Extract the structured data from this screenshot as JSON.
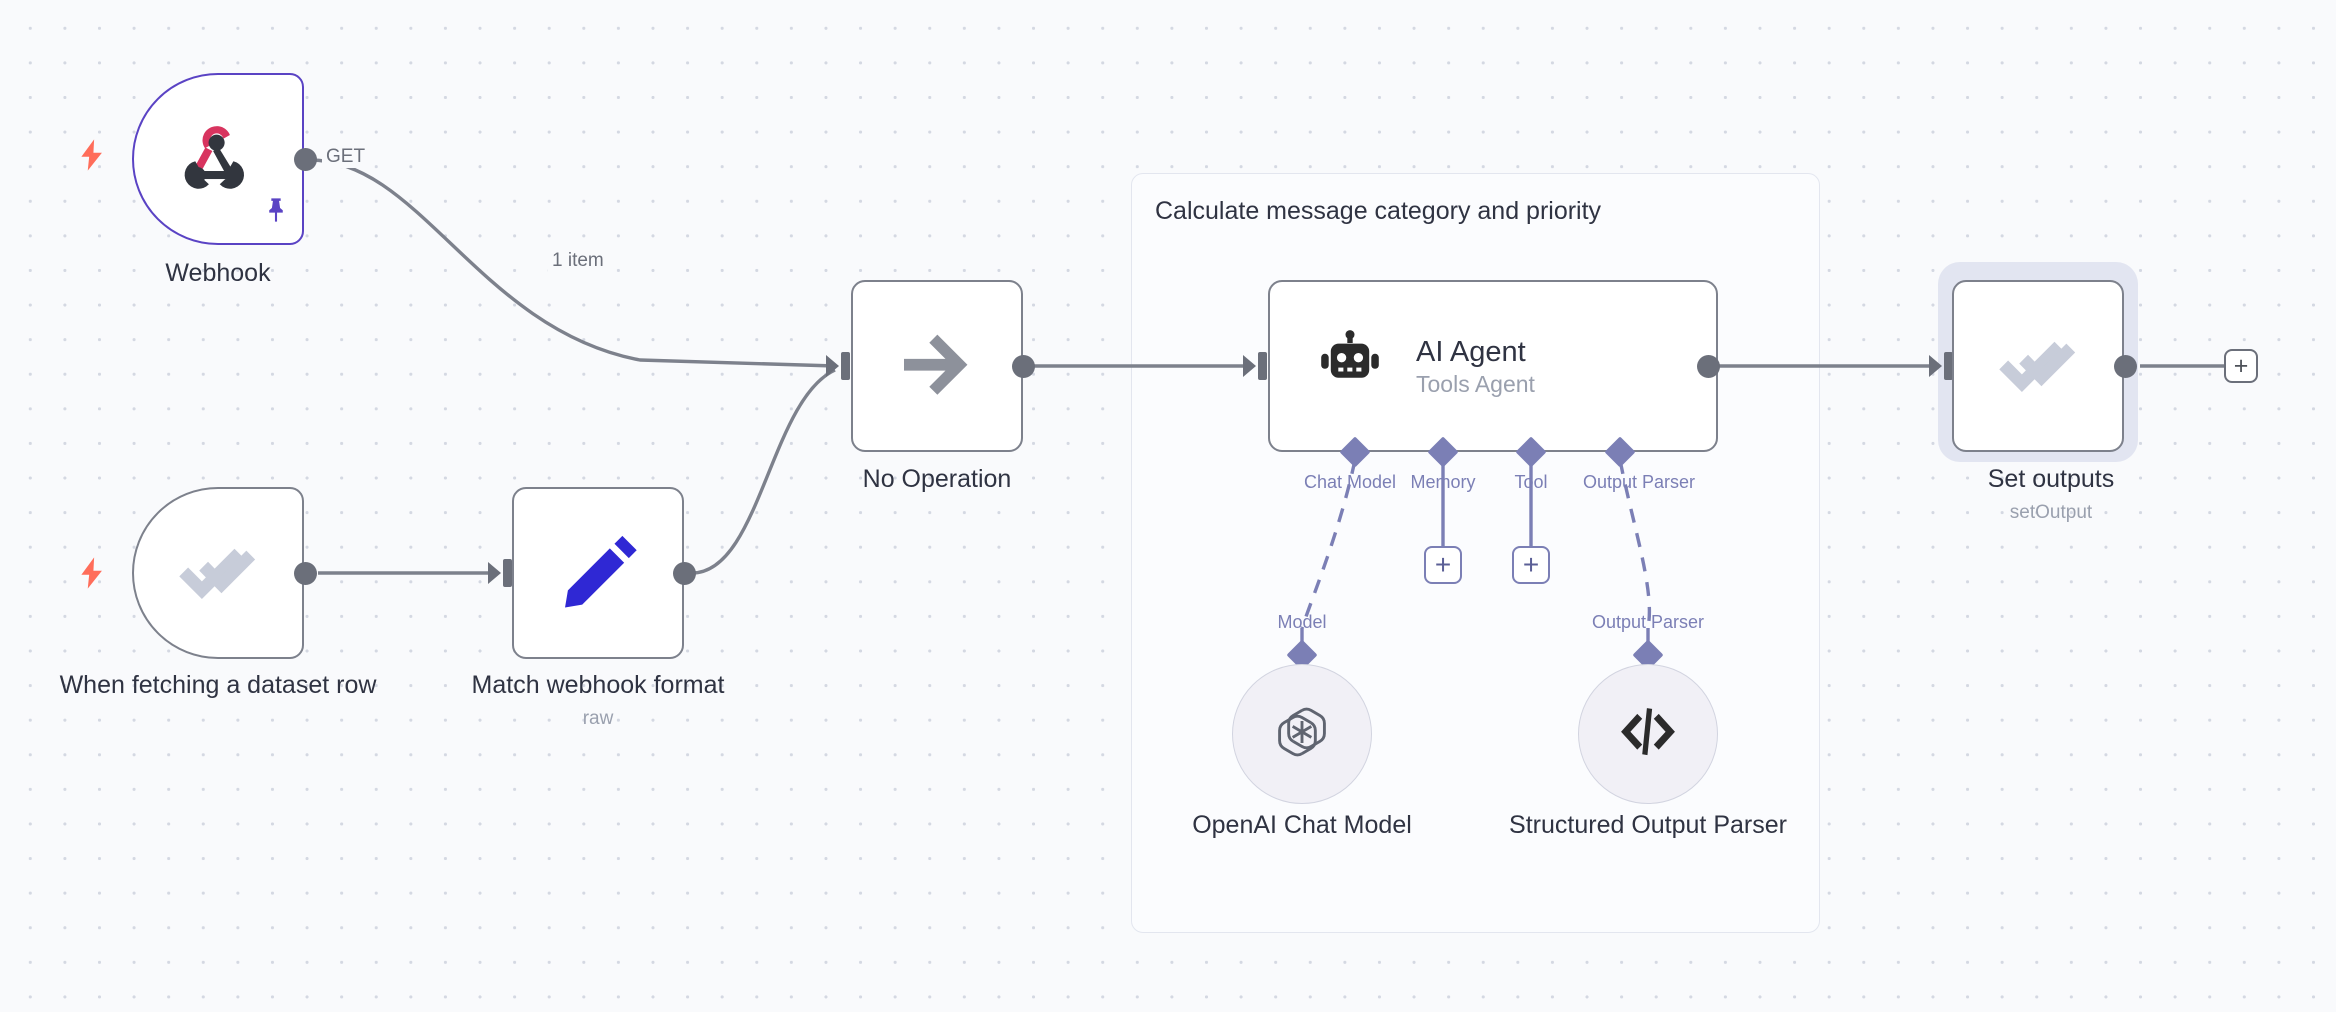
{
  "canvas": {
    "background_color": "#f9fafc",
    "grid_dot_color": "#d4d8e2"
  },
  "sticky_note": {
    "title": "Calculate message category and priority",
    "border_color": "#e3e6ef",
    "background_color": "#fbfcfe"
  },
  "nodes": [
    {
      "id": "webhook",
      "label": "Webhook",
      "sublabel": "",
      "icon": "webhook-icon",
      "type": "trigger",
      "border_color": "#5a43c4",
      "pinned": true,
      "has_trigger_bolt": true,
      "output_label": "GET"
    },
    {
      "id": "when-fetching-dataset-row",
      "label": "When fetching a dataset row",
      "sublabel": "",
      "icon": "double-check-icon",
      "type": "trigger",
      "border_color": "#7d818c",
      "pinned": false,
      "has_trigger_bolt": true,
      "output_label": ""
    },
    {
      "id": "match-webhook-format",
      "label": "Match webhook format",
      "sublabel": "raw",
      "icon": "pencil-icon",
      "type": "square",
      "border_color": "#7d818c",
      "pinned": false,
      "has_trigger_bolt": false,
      "output_label": ""
    },
    {
      "id": "no-operation",
      "label": "No Operation",
      "sublabel": "",
      "icon": "arrow-right-icon",
      "type": "square",
      "border_color": "#7d818c",
      "pinned": false,
      "has_trigger_bolt": false,
      "output_label": ""
    },
    {
      "id": "ai-agent",
      "label": "AI Agent",
      "sublabel": "Tools Agent",
      "icon": "robot-icon",
      "type": "wide",
      "border_color": "#7d818c",
      "pinned": false,
      "has_trigger_bolt": false,
      "output_label": ""
    },
    {
      "id": "set-outputs",
      "label": "Set outputs",
      "sublabel": "setOutput",
      "icon": "double-check-icon",
      "type": "square",
      "border_color": "#7d818c",
      "pinned": false,
      "has_trigger_bolt": false,
      "selected": true,
      "output_label": ""
    }
  ],
  "sub_nodes": [
    {
      "id": "openai-chat-model",
      "label": "OpenAI Chat Model",
      "icon": "openai-icon",
      "connector_label": "Model"
    },
    {
      "id": "structured-output-parser",
      "label": "Structured Output Parser",
      "icon": "code-brackets-icon",
      "connector_label": "Output Parser"
    }
  ],
  "agent_ports": [
    {
      "label": "Chat Model",
      "has_plus": false
    },
    {
      "label": "Memory",
      "has_plus": true
    },
    {
      "label": "Tool",
      "has_plus": true
    },
    {
      "label": "Output Parser",
      "has_plus": false
    }
  ],
  "edges": [
    {
      "id": "webhook-to-noop",
      "label": "1 item"
    },
    {
      "id": "trigger-to-match",
      "label": ""
    },
    {
      "id": "match-to-noop",
      "label": ""
    },
    {
      "id": "noop-to-agent",
      "label": ""
    },
    {
      "id": "agent-to-setoutputs",
      "label": ""
    },
    {
      "id": "setoutputs-to-plus",
      "label": ""
    }
  ],
  "buttons": {
    "add_node_plus": "+",
    "memory_plus": "+",
    "tool_plus": "+"
  },
  "colors": {
    "accent_purple": "#7b7fb5",
    "trigger_bolt": "#ff6d5a",
    "webhook_border": "#5a43c4",
    "pencil_blue": "#2f28d4",
    "node_border": "#7d818c",
    "muted_text": "#9aa0ae"
  }
}
